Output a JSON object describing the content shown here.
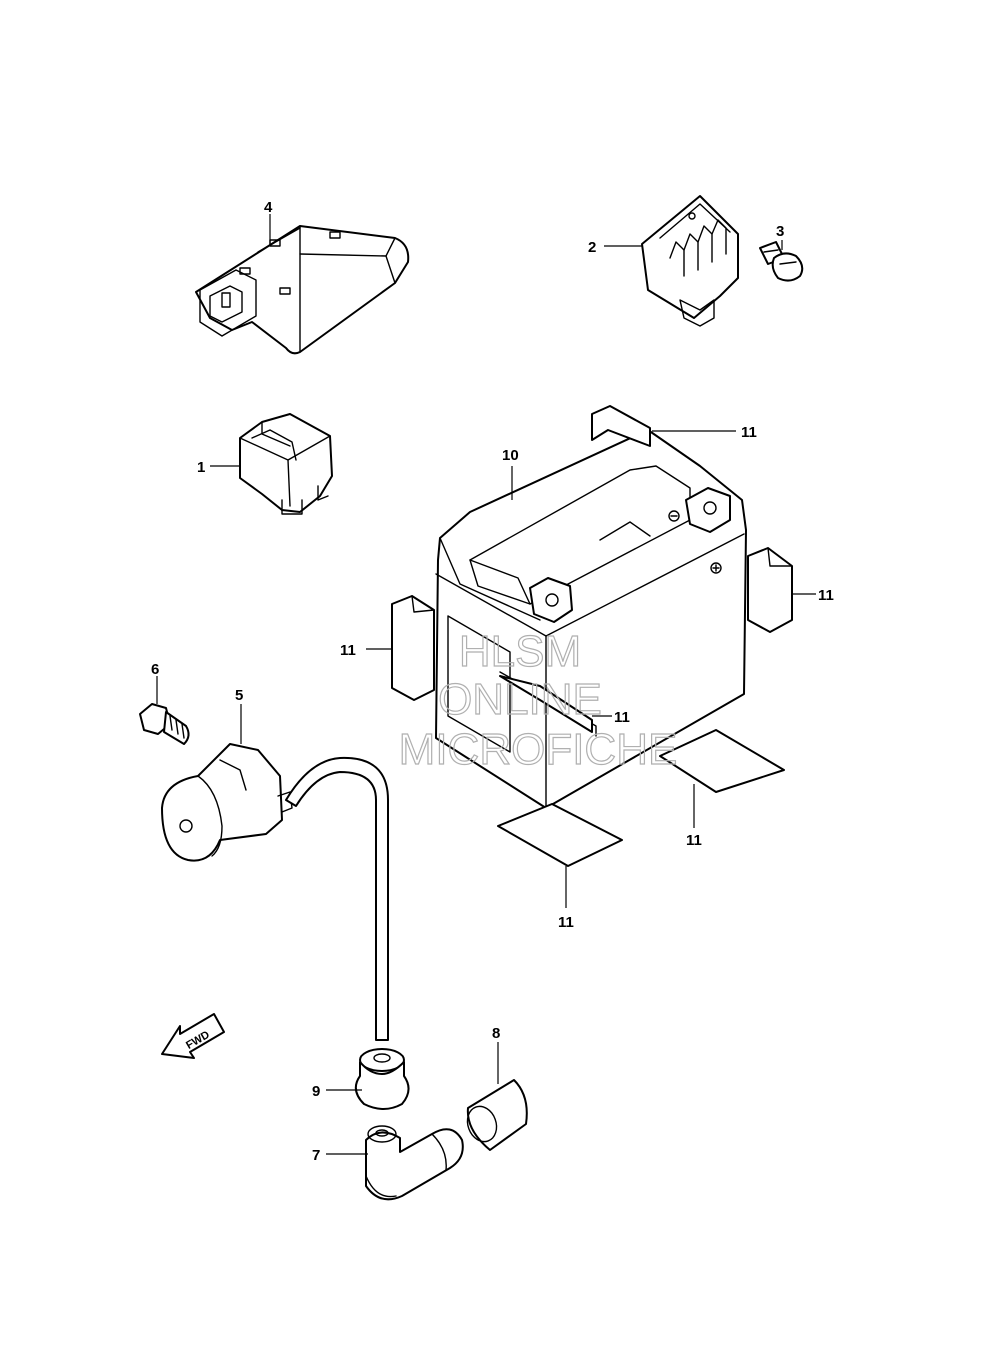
{
  "diagram": {
    "callouts": {
      "p1": "1",
      "p2": "2",
      "p3": "3",
      "p4": "4",
      "p5": "5",
      "p6": "6",
      "p7": "7",
      "p8": "8",
      "p9": "9",
      "p10": "10",
      "p11": "11"
    },
    "fwd_label": "FWD",
    "watermark": {
      "line1": "HLSM",
      "line2": "ONLINE",
      "line3": "MICROFICHE",
      "color": "#b0b0b0"
    }
  }
}
